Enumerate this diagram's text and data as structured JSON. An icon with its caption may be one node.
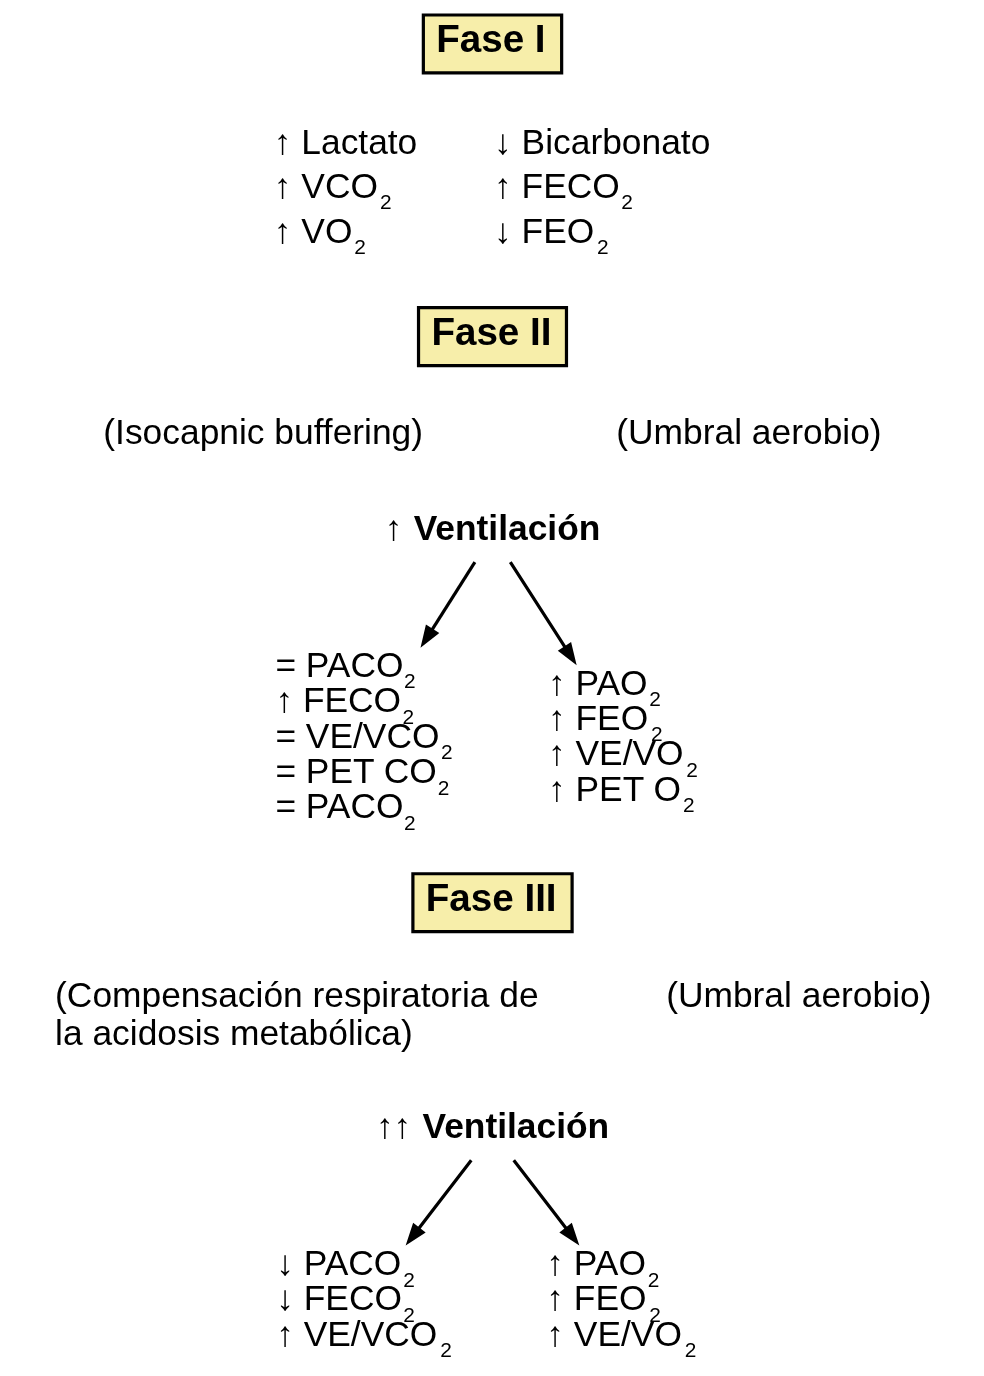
{
  "diagram": {
    "nodes": [
      {
        "text": [
          "Fase I"
        ]
      },
      {
        "text": [
          "Fase II"
        ]
      },
      {
        "text": [
          "↑ **Ventilación**"
        ]
      },
      {
        "text": [
          "= PACO$_{2}$",
          "↑ FECO$_{2}$",
          "= VE/VCO$_{2}$",
          "= PET CO$_{2}$",
          "= PACO$_{2}$"
        ]
      },
      {
        "text": [
          "↑ PAO$_{2}$",
          "↑ FEO$_{2}$",
          "↑ VE/VO$_{2}$",
          "↑ PET O$_{2}$"
        ]
      },
      {
        "text": [
          "Fase III"
        ]
      },
      {
        "text": [
          "↑↑ **Ventilación**"
        ]
      },
      {
        "text": [
          "↓ PACO$_{2}$",
          "↓ FECO$_{2}$",
          "↑ VE/VCO$_{2}$"
        ]
      },
      {
        "text": [
          "↑ PAO$_{2}$",
          "↑ FEO$_{2}$",
          "↑ VE/VO$_{2}$"
        ]
      }
    ],
    "edges": [
      {
        "from": 2,
        "to": 3,
        "arrow": "to"
      },
      {
        "from": 2,
        "to": 4,
        "arrow": "to"
      },
      {
        "from": 6,
        "to": 7,
        "arrow": "to"
      },
      {
        "from": 6,
        "to": 8,
        "arrow": "to"
      }
    ],
    "labels": [
      "↑ Lactato",
      "↓ Bicarbonato",
      "↑ VCO$_{2}$",
      "↑ FECO$_{2}$",
      "↑ VO$_{2}$",
      "↓ FEO$_{2}$",
      "(Isocapnic buffering)",
      "(Umbral aerobio)",
      "(Compensación respiratoria de la acidosis metabólica)",
      "(Umbral aerobio)"
    ]
  }
}
